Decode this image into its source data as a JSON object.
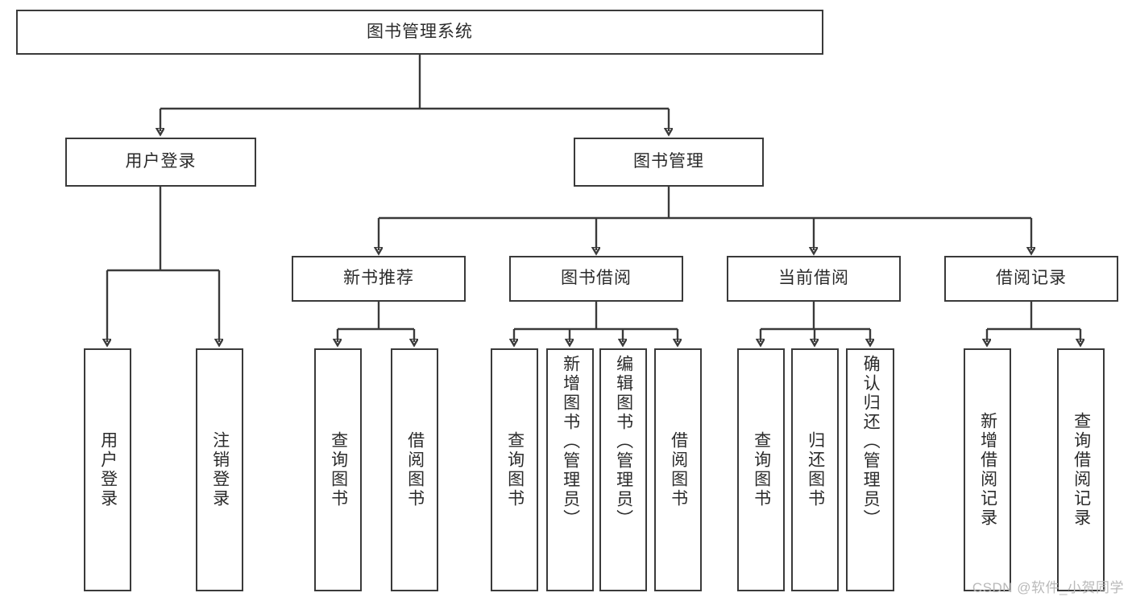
{
  "diagram": {
    "type": "tree-hierarchy",
    "title": "图书管理系统",
    "watermark": "CSDN @软件_小贺同学",
    "colors": {
      "stroke": "#3a3a3a",
      "node_fill": "#ffffff",
      "text": "#2b2b2b",
      "watermark": "#b9b9b9",
      "background": "#ffffff"
    },
    "root": {
      "label": "图书管理系统"
    },
    "level1": [
      {
        "label": "用户登录"
      },
      {
        "label": "图书管理"
      }
    ],
    "level2": [
      {
        "label": "新书推荐"
      },
      {
        "label": "图书借阅"
      },
      {
        "label": "当前借阅"
      },
      {
        "label": "借阅记录"
      }
    ],
    "leaves": {
      "user_login": [
        {
          "label": "用户登录"
        },
        {
          "label": "注销登录"
        }
      ],
      "new_book_recommend": [
        {
          "label": "查询图书"
        },
        {
          "label": "借阅图书"
        }
      ],
      "book_borrow": [
        {
          "label": "查询图书"
        },
        {
          "label": "新增图书（管理员）"
        },
        {
          "label": "编辑图书（管理员）"
        },
        {
          "label": "借阅图书"
        }
      ],
      "current_borrow": [
        {
          "label": "查询图书"
        },
        {
          "label": "归还图书"
        },
        {
          "label": "确认归还（管理员）"
        }
      ],
      "borrow_record": [
        {
          "label": "新增借阅记录"
        },
        {
          "label": "查询借阅记录"
        }
      ]
    }
  }
}
